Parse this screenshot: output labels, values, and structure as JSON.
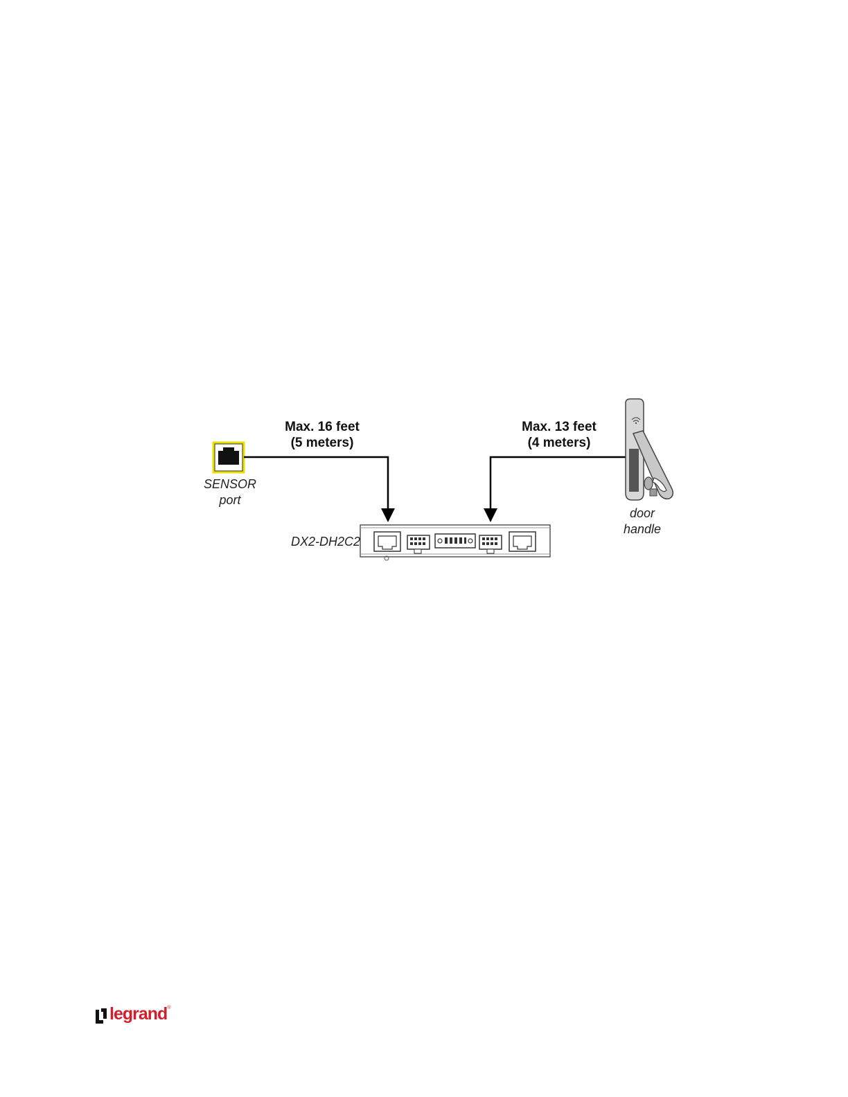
{
  "labels": {
    "left_length": "Max. 16 feet",
    "left_length_metric": "(5 meters)",
    "right_length": "Max. 13 feet",
    "right_length_metric": "(4 meters)",
    "sensor_line1": "SENSOR",
    "sensor_line2": "port",
    "device": "DX2-DH2C2",
    "handle_line1": "door",
    "handle_line2": "handle"
  },
  "footer": {
    "brand": "legrand",
    "brand_mark": "®"
  },
  "colors": {
    "sensor_highlight": "#e8e000",
    "brand": "#d0202e",
    "line": "#000000"
  },
  "icons": [
    "rj45-port-icon",
    "door-handle-icon",
    "dx2-dh2c2-device-icon",
    "legrand-logo-icon"
  ]
}
